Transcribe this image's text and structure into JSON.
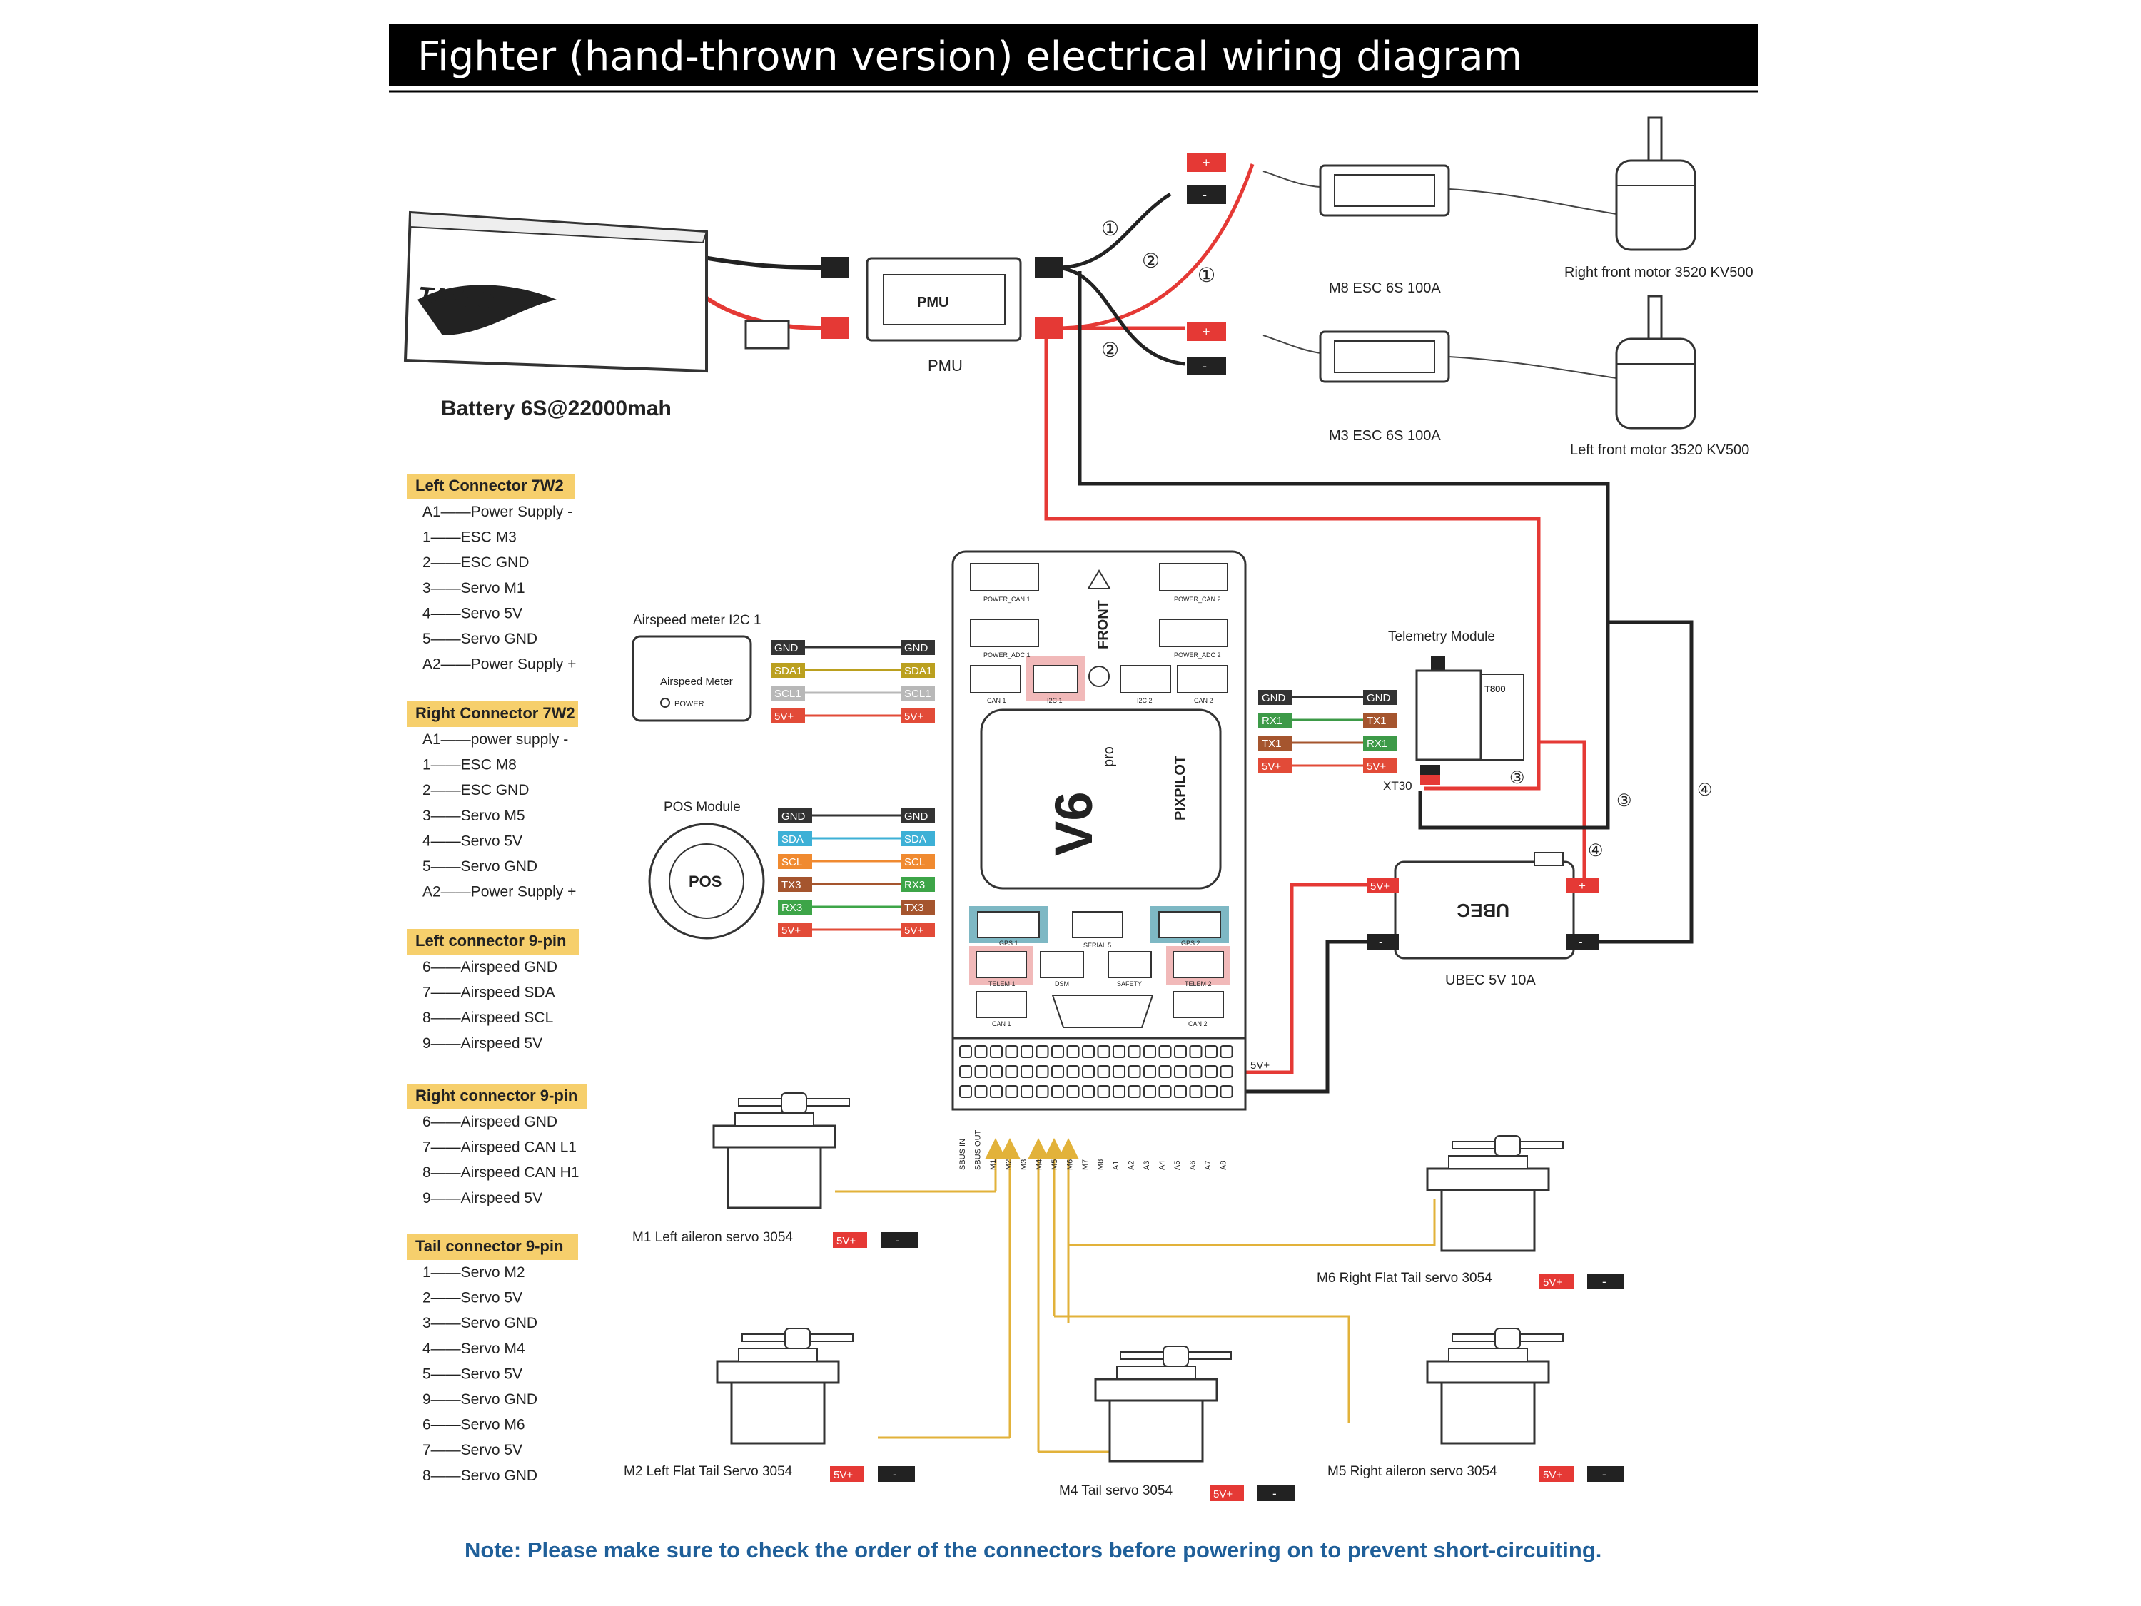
{
  "title": "Fighter (hand-thrown version) electrical wiring diagram",
  "battery": {
    "label": "Battery 6S@22000mah",
    "brand": "TATTU"
  },
  "pmu": {
    "label": "PMU",
    "text": "PMU"
  },
  "escs": [
    {
      "label": "M8  ESC  6S 100A"
    },
    {
      "label": "M3  ESC  6S 100A"
    }
  ],
  "motors": [
    {
      "label": "Right front motor  3520 KV500"
    },
    {
      "label": "Left front motor 3520 KV500"
    }
  ],
  "wire_numbers": [
    "①",
    "②",
    "③",
    "④"
  ],
  "left_connectors": [
    {
      "title": "Left Connector 7W2",
      "items": [
        "A1——Power Supply -",
        "1——ESC M3",
        "2——ESC GND",
        "3——Servo M1",
        "4——Servo 5V",
        "5——Servo GND",
        "A2——Power Supply +"
      ]
    },
    {
      "title": "Right Connector 7W2",
      "items": [
        "A1——power supply -",
        "1——ESC M8",
        "2——ESC GND",
        "3——Servo M5",
        "4——Servo 5V",
        "5——Servo GND",
        "A2——Power Supply +"
      ]
    },
    {
      "title": "Left connector 9-pin",
      "items": [
        "6——Airspeed GND",
        "7——Airspeed SDA",
        "8——Airspeed SCL",
        "9——Airspeed 5V"
      ]
    },
    {
      "title": "Right connector 9-pin",
      "items": [
        "6——Airspeed GND",
        "7——Airspeed CAN L1",
        "8——Airspeed CAN H1",
        "9——Airspeed 5V"
      ]
    },
    {
      "title": "Tail connector 9-pin",
      "items": [
        "1——Servo M2",
        "2——Servo 5V",
        "3——Servo GND",
        "4——Servo M4",
        "5——Servo 5V",
        "9——Servo GND",
        "6——Servo M6",
        "7——Servo 5V",
        "8——Servo GND"
      ]
    }
  ],
  "airspeed": {
    "label": "Airspeed meter I2C 1",
    "device": "Airspeed Meter",
    "power": "POWER",
    "pins_left": [
      "GND",
      "SDA1",
      "SCL1",
      "5V+"
    ],
    "pins_right": [
      "GND",
      "SDA1",
      "SCL1",
      "5V+"
    ]
  },
  "pos": {
    "label": "POS Module",
    "device": "POS",
    "pins_left": [
      "GND",
      "SDA",
      "SCL",
      "TX3",
      "RX3",
      "5V+"
    ],
    "pins_right": [
      "GND",
      "SDA",
      "SCL",
      "RX3",
      "TX3",
      "5V+"
    ]
  },
  "telemetry": {
    "label": "Telemetry Module",
    "connector": "XT30",
    "device": "T800",
    "pins_left": [
      "GND",
      "RX1",
      "TX1",
      "5V+"
    ],
    "pins_right": [
      "GND",
      "TX1",
      "RX1",
      "5V+"
    ]
  },
  "ubec": {
    "label": "UBEC 5V 10A",
    "device": "UBEC",
    "pin_5v": "5V+",
    "pin_plus": "+",
    "pin_minus": "-"
  },
  "fc": {
    "model": "V6",
    "model_sup": "pro",
    "brand": "PIXPILOT",
    "front": "FRONT",
    "ports_top": [
      "POWER_CAN 1",
      "POWER_CAN 2",
      "POWER_ADC 1",
      "POWER_ADC 2",
      "CAN 1",
      "I2C 1",
      "I2C 2",
      "CAN 2"
    ],
    "ports_bottom": [
      "GPS 1",
      "SERIAL 5",
      "GPS 2",
      "TELEM 1",
      "DSM",
      "SAFETY",
      "TELEM 2",
      "CAN 1",
      "CAN 2"
    ],
    "rail_5v": "5V+",
    "pin_labels": [
      "SBUS IN",
      "SBUS OUT",
      "M1",
      "M2",
      "M3",
      "M4",
      "M5",
      "M6",
      "M7",
      "M8",
      "A1",
      "A2",
      "A3",
      "A4",
      "A5",
      "A6",
      "A7",
      "A8"
    ]
  },
  "servos": [
    {
      "label": "M1  Left aileron servo  3054"
    },
    {
      "label": "M2  Left Flat Tail Servo  3054"
    },
    {
      "label": "M4  Tail servo  3054"
    },
    {
      "label": "M6  Right Flat Tail servo  3054"
    },
    {
      "label": "M5  Right aileron servo  3054"
    }
  ],
  "servo_pins": {
    "positive": "5V+",
    "negative": "-"
  },
  "colors": {
    "title_bg": "#000000",
    "section_bg": "#f6cf6c",
    "red_wire": "#e53935",
    "black_wire": "#222222",
    "signal_wire": "#e2b23a",
    "gnd": "#333333",
    "sda": "#bba01f",
    "scl": "#b8b8b8",
    "v5": "#e24b38",
    "pos_sda": "#3db0d6",
    "pos_scl": "#f08a30",
    "tx3": "#a5552e",
    "rx3": "#3da548",
    "rx1": "#3d9a48",
    "tx1": "#a5552e",
    "note": "#1f5f99"
  },
  "note": "Note: Please make sure to check the order of the connectors before powering on to prevent short-circuiting."
}
